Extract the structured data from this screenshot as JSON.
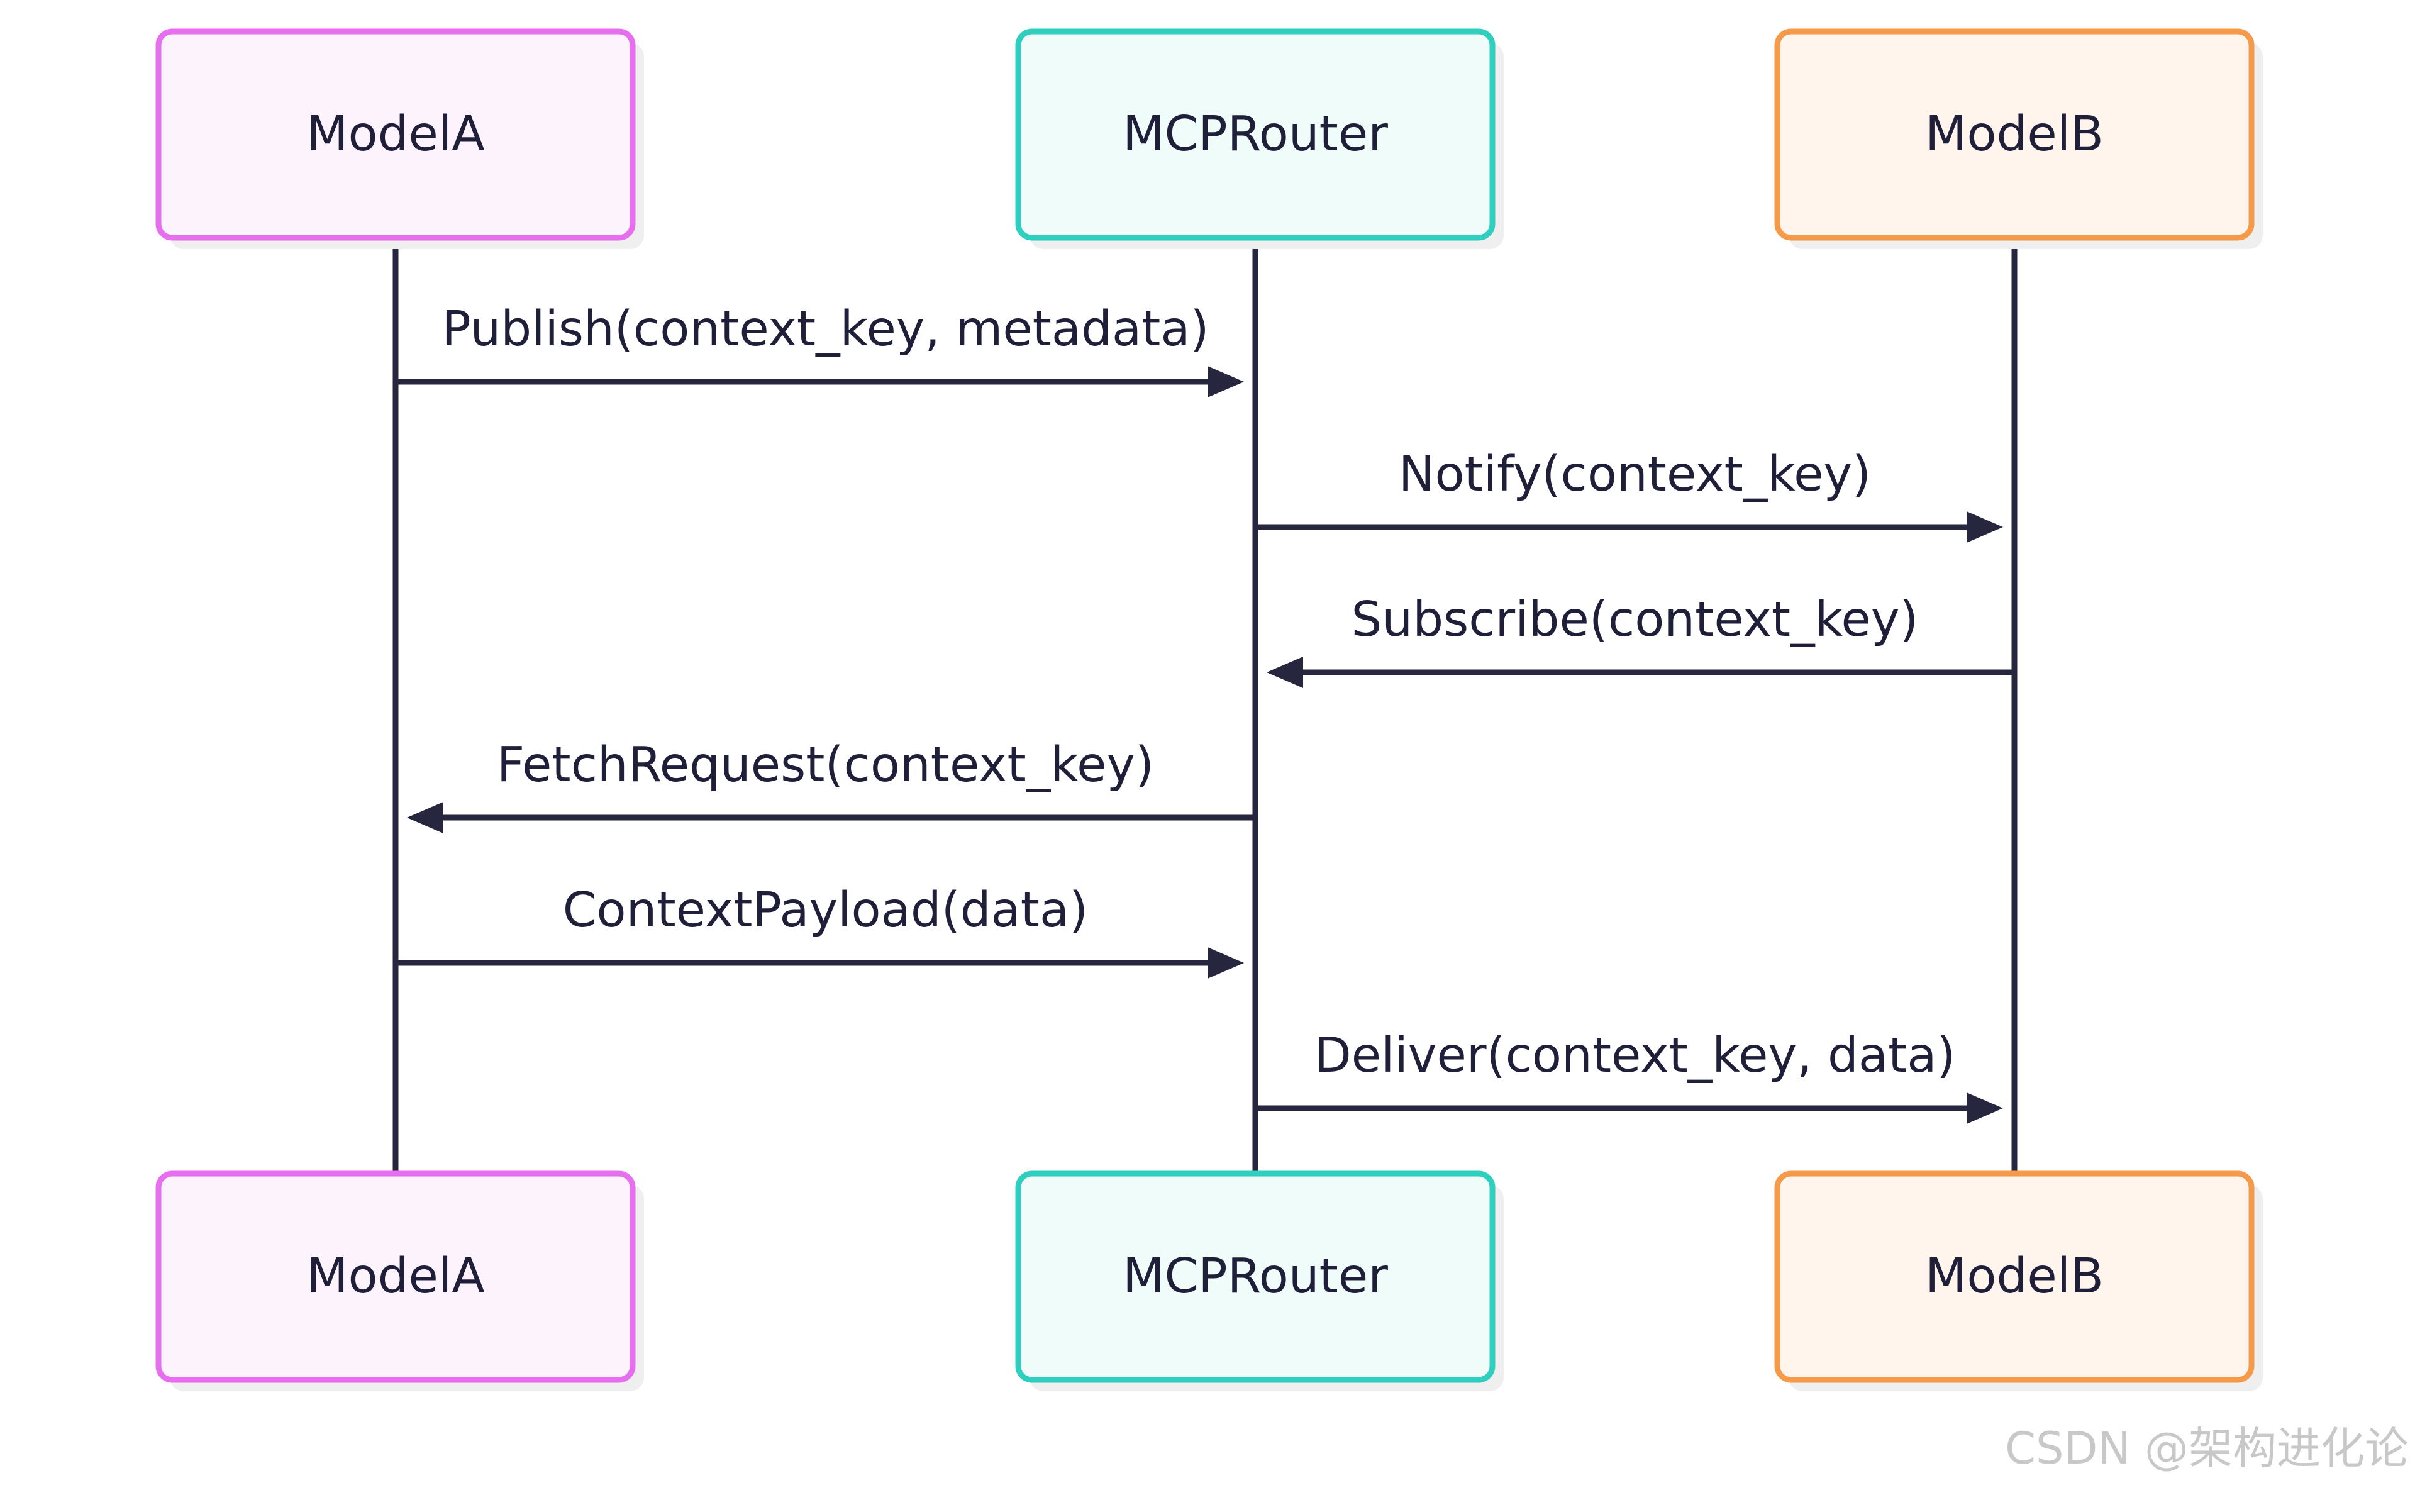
{
  "participants": [
    {
      "id": "a",
      "name": "ModelA",
      "border": "#e86ef0",
      "fill": "#fdf3fd"
    },
    {
      "id": "r",
      "name": "MCPRouter",
      "border": "#2ecfbf",
      "fill": "#effcf9"
    },
    {
      "id": "b",
      "name": "ModelB",
      "border": "#f49a48",
      "fill": "#fff5ec"
    }
  ],
  "messages": [
    {
      "from": "a",
      "to": "r",
      "label": "Publish(context_key, metadata)"
    },
    {
      "from": "r",
      "to": "b",
      "label": "Notify(context_key)"
    },
    {
      "from": "b",
      "to": "r",
      "label": "Subscribe(context_key)"
    },
    {
      "from": "r",
      "to": "a",
      "label": "FetchRequest(context_key)"
    },
    {
      "from": "a",
      "to": "r",
      "label": "ContextPayload(data)"
    },
    {
      "from": "r",
      "to": "b",
      "label": "Deliver(context_key, data)"
    }
  ],
  "colors": {
    "line": "#26263e",
    "shadow": "#efefef"
  },
  "watermark": "CSDN @架构进化论"
}
